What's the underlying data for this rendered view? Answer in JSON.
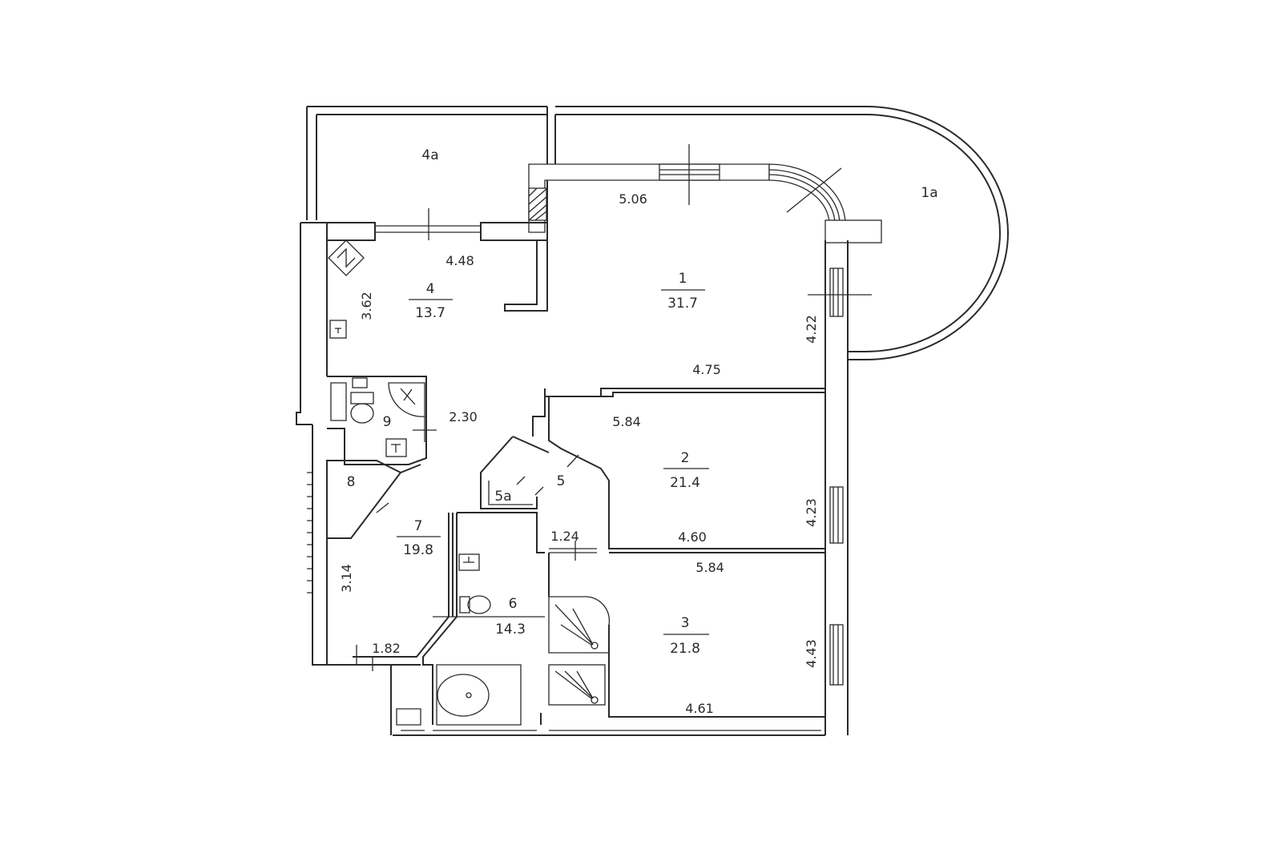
{
  "rooms": {
    "r1a": "1а",
    "r4a": "4а",
    "r1": {
      "num": "1",
      "area": "31.7"
    },
    "r2": {
      "num": "2",
      "area": "21.4"
    },
    "r3": {
      "num": "3",
      "area": "21.8"
    },
    "r4": {
      "num": "4",
      "area": "13.7"
    },
    "r5": "5",
    "r5a": "5а",
    "r6": {
      "num": "6",
      "area": "14.3"
    },
    "r7": {
      "num": "7",
      "area": "19.8"
    },
    "r8": "8",
    "r9": "9"
  },
  "dims": {
    "d506": "5.06",
    "d448": "4.48",
    "d362": "3.62",
    "d422": "4.22",
    "d475": "4.75",
    "d230": "2.30",
    "d584a": "5.84",
    "d423": "4.23",
    "d460": "4.60",
    "d124": "1.24",
    "d584b": "5.84",
    "d314": "3.14",
    "d443": "4.43",
    "d182": "1.82",
    "d461": "4.61"
  }
}
